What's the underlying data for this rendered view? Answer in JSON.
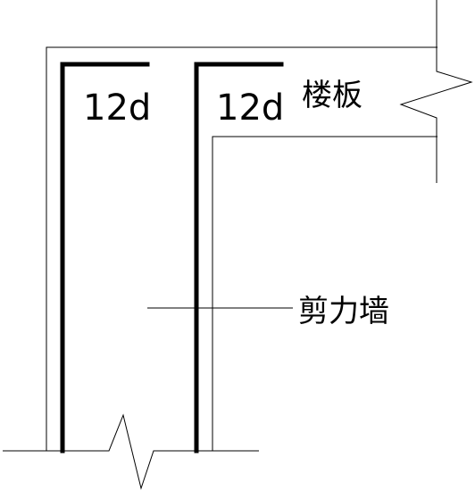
{
  "labels": {
    "hook_left": "12d",
    "hook_right": "12d",
    "slab": "楼板",
    "wall": "剪力墙"
  },
  "colors": {
    "line": "#000000",
    "background": "#ffffff"
  }
}
